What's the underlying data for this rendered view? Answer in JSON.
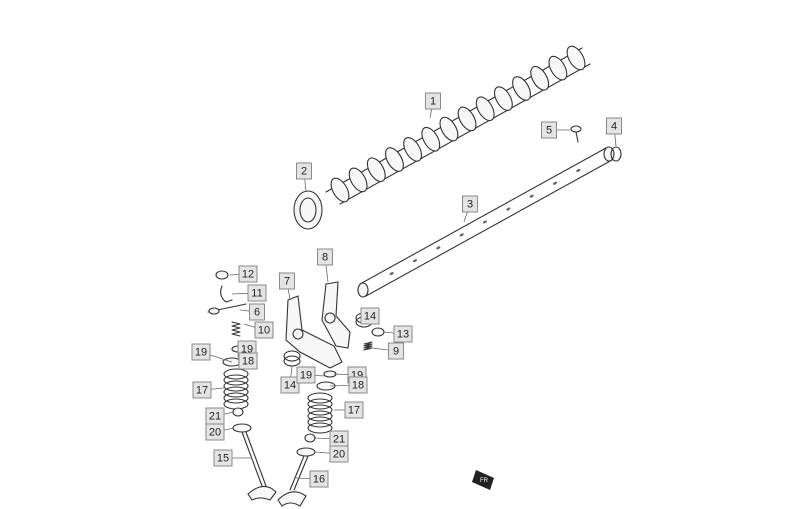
{
  "diagram": {
    "callouts": [
      {
        "id": "c1",
        "label": "1"
      },
      {
        "id": "c2",
        "label": "2"
      },
      {
        "id": "c3",
        "label": "3"
      },
      {
        "id": "c4",
        "label": "4"
      },
      {
        "id": "c5",
        "label": "5"
      },
      {
        "id": "c7",
        "label": "7"
      },
      {
        "id": "c8",
        "label": "8"
      },
      {
        "id": "c12",
        "label": "12"
      },
      {
        "id": "c11",
        "label": "11"
      },
      {
        "id": "c6",
        "label": "6"
      },
      {
        "id": "c10",
        "label": "10"
      },
      {
        "id": "c19a",
        "label": "19"
      },
      {
        "id": "c19b",
        "label": "19"
      },
      {
        "id": "c18a",
        "label": "18"
      },
      {
        "id": "c17a",
        "label": "17"
      },
      {
        "id": "c21a",
        "label": "21"
      },
      {
        "id": "c20a",
        "label": "20"
      },
      {
        "id": "c15",
        "label": "15"
      },
      {
        "id": "c14a",
        "label": "14"
      },
      {
        "id": "c13",
        "label": "13"
      },
      {
        "id": "c9",
        "label": "9"
      },
      {
        "id": "c14b",
        "label": "14"
      },
      {
        "id": "c19c",
        "label": "19"
      },
      {
        "id": "c19d",
        "label": "19"
      },
      {
        "id": "c18b",
        "label": "18"
      },
      {
        "id": "c17b",
        "label": "17"
      },
      {
        "id": "c21b",
        "label": "21"
      },
      {
        "id": "c20b",
        "label": "20"
      },
      {
        "id": "c16",
        "label": "16"
      }
    ],
    "logo_text": "FR"
  }
}
